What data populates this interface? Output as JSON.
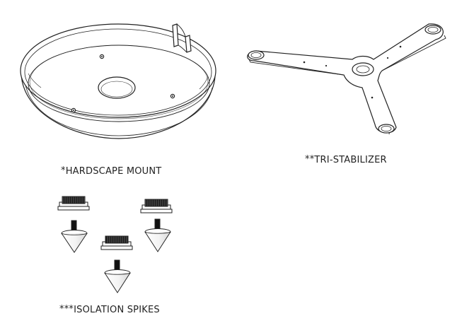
{
  "labels": {
    "mount": {
      "stars": "*",
      "text": "HARDSCAPE MOUNT"
    },
    "tristabilizer": {
      "stars": "**",
      "text": "TRI-STABILIZER"
    },
    "spikes": {
      "stars": "***",
      "text": "ISOLATION SPIKES"
    }
  },
  "colors": {
    "line": "#222222",
    "fill": "#ffffff",
    "thread": "#111111"
  }
}
